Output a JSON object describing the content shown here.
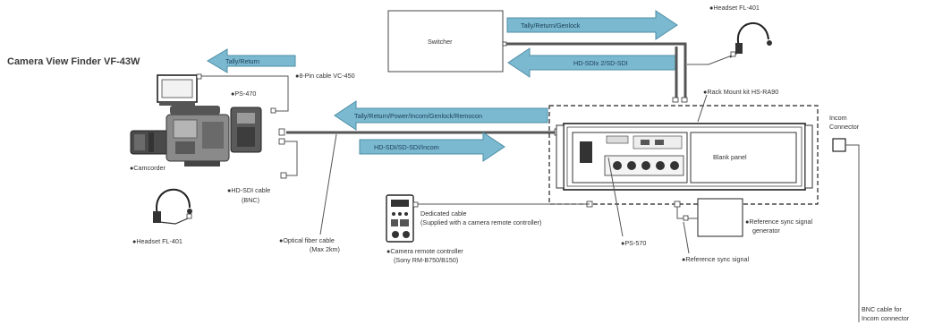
{
  "colors": {
    "arrow_fill": "#7ab9cf",
    "arrow_stroke": "#4f8ea6",
    "line": "#555555",
    "text": "#333333"
  },
  "title": "Camera View Finder VF-43W",
  "arrows": {
    "tally_return_top": "Tally/Return/Genlock",
    "hd_sdi_switcher": "HD-SDIx 2/SD-SDI",
    "tally_return_vf": "Tally/Return",
    "tally_return_main": "Tally/Return/Power/Incom/Genlock/Remocon",
    "hd_sdi_incom": "HD-SDI/SD-SDI/Incom"
  },
  "boxes": {
    "switcher": "Switcher",
    "blank_panel": "Blank panel"
  },
  "labels": {
    "headset_top": "●Headset FL-401",
    "pin_cable": "●8-Pin cable VC-450",
    "ps470": "●PS-470",
    "rack_kit": "●Rack Mount kit HS-RA90",
    "incom_connector_1": "Incom",
    "incom_connector_2": "Connector",
    "camcorder": "●Camcorder",
    "hd_sdi_cable_1": "●HD-SDI cable",
    "hd_sdi_cable_2": "(BNC)",
    "headset_bottom": "●Headset FL-401",
    "optical_1": "●Optical fiber cable",
    "optical_2": "(Max 2km)",
    "dedicated_1": "Dedicated cable",
    "dedicated_2": "(Supplied with a camera remote controller)",
    "remote_1": "●Camera remote controller",
    "remote_2": "(Sony RM-B750/B150)",
    "ps570": "●PS-570",
    "ref_gen_1": "●Reference sync signal",
    "ref_gen_2": "generator",
    "ref_sync": "●Reference sync signal",
    "bnc_1": "BNC cable for",
    "bnc_2": "Incom connector"
  }
}
